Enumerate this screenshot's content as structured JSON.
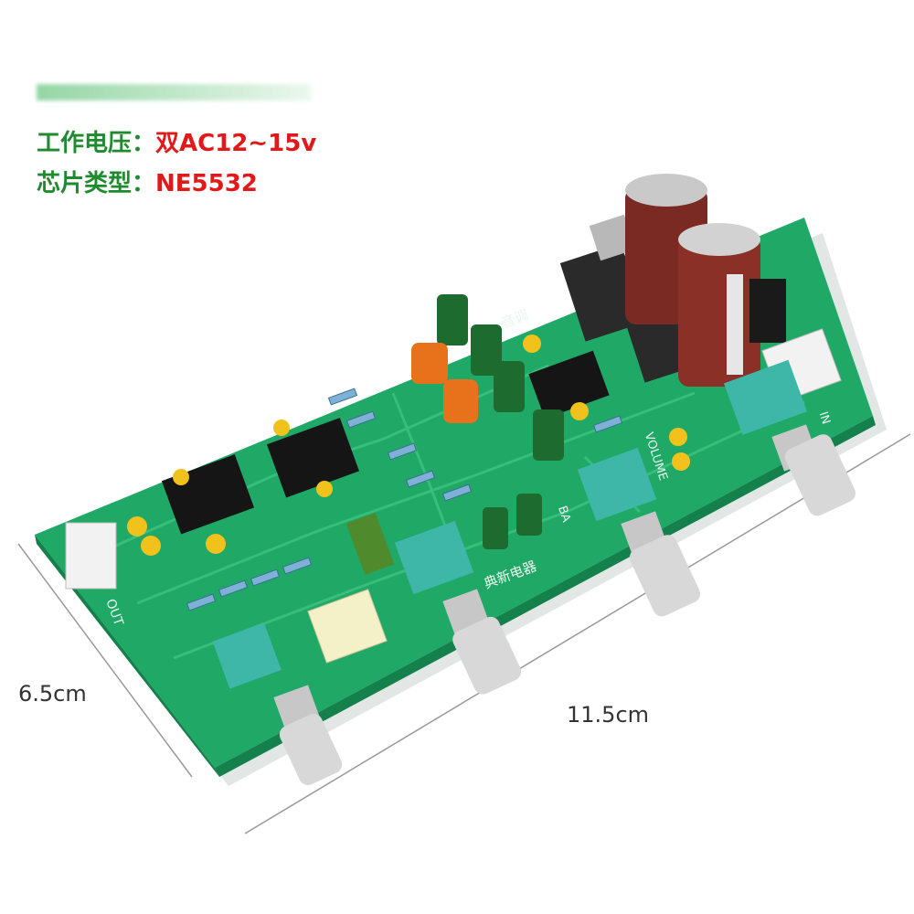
{
  "specs": {
    "voltage_label": "工作电压：",
    "voltage_value": "双AC12~15v",
    "chip_label": "芯片类型：",
    "chip_value": "NE5532"
  },
  "dimensions": {
    "height": "6.5cm",
    "width": "11.5cm"
  },
  "board_silk": {
    "out": "OUT",
    "in": "IN",
    "bass": "BA",
    "volume": "VOLUME",
    "brand": "典新电器",
    "tone": "音调"
  },
  "colors": {
    "board": "#1fa866",
    "label_green": "#1f8a2e",
    "value_red": "#e01a1a"
  }
}
